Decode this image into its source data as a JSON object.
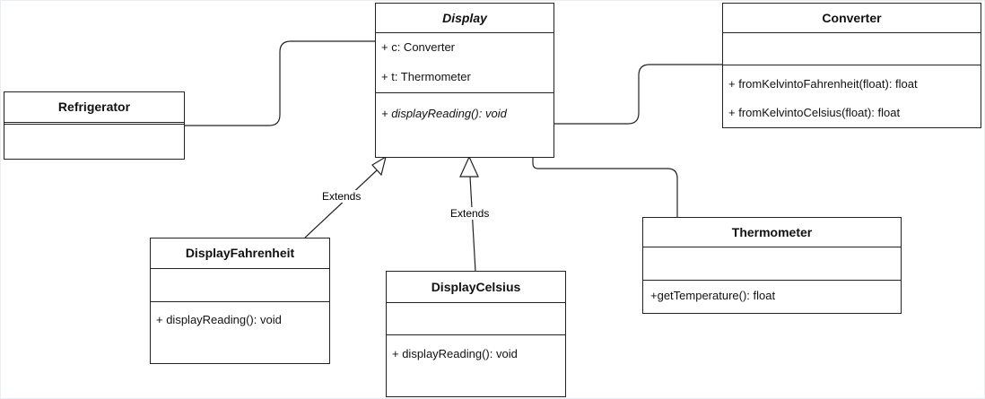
{
  "classes": {
    "display": {
      "name": "Display",
      "attributes": [
        "+ c: Converter",
        "+ t: Thermometer"
      ],
      "methods": [
        "+ displayReading(): void"
      ]
    },
    "converter": {
      "name": "Converter",
      "methods": [
        "+ fromKelvintoFahrenheit(float): float",
        "+ fromKelvintoCelsius(float): float"
      ]
    },
    "refrigerator": {
      "name": "Refrigerator"
    },
    "display_fahrenheit": {
      "name": "DisplayFahrenheit",
      "methods": [
        "+ displayReading(): void"
      ]
    },
    "display_celsius": {
      "name": "DisplayCelsius",
      "methods": [
        "+ displayReading(): void"
      ]
    },
    "thermometer": {
      "name": "Thermometer",
      "methods": [
        "+getTemperature(): float"
      ]
    }
  },
  "relations": {
    "extends_fahrenheit": "Extends",
    "extends_celsius": "Extends"
  },
  "colors": {
    "line": "#222222",
    "frame": "#e8eef3"
  }
}
